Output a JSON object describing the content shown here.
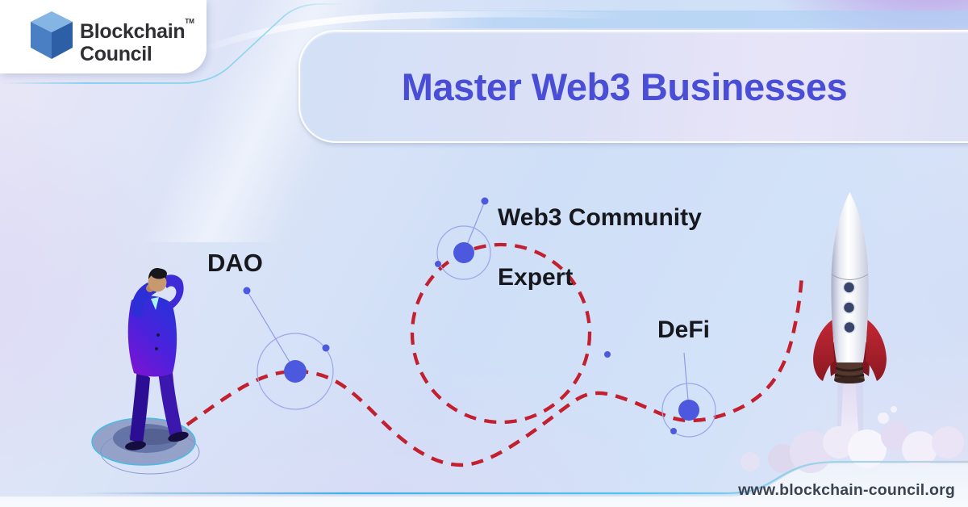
{
  "brand": {
    "name_line1": "Blockchain",
    "name_line2": "Council",
    "trademark": "TM"
  },
  "hero": {
    "title": "Master Web3 Businesses"
  },
  "milestones": [
    {
      "label": "DAO"
    },
    {
      "lines": [
        "Web3 Community",
        "Expert"
      ]
    },
    {
      "label": "DeFi"
    }
  ],
  "footer": {
    "website": "www.blockchain-council.org"
  },
  "colors": {
    "title_text": "#4a4ed6",
    "path_red": "#c3202f",
    "node_blue": "#4c59de",
    "accent_cyan": "#45bce4",
    "label_dark": "#17181d",
    "logo_cube_top": "#85b5e2",
    "logo_cube_left": "#4a7fc4",
    "logo_cube_right": "#2d5fa6"
  }
}
